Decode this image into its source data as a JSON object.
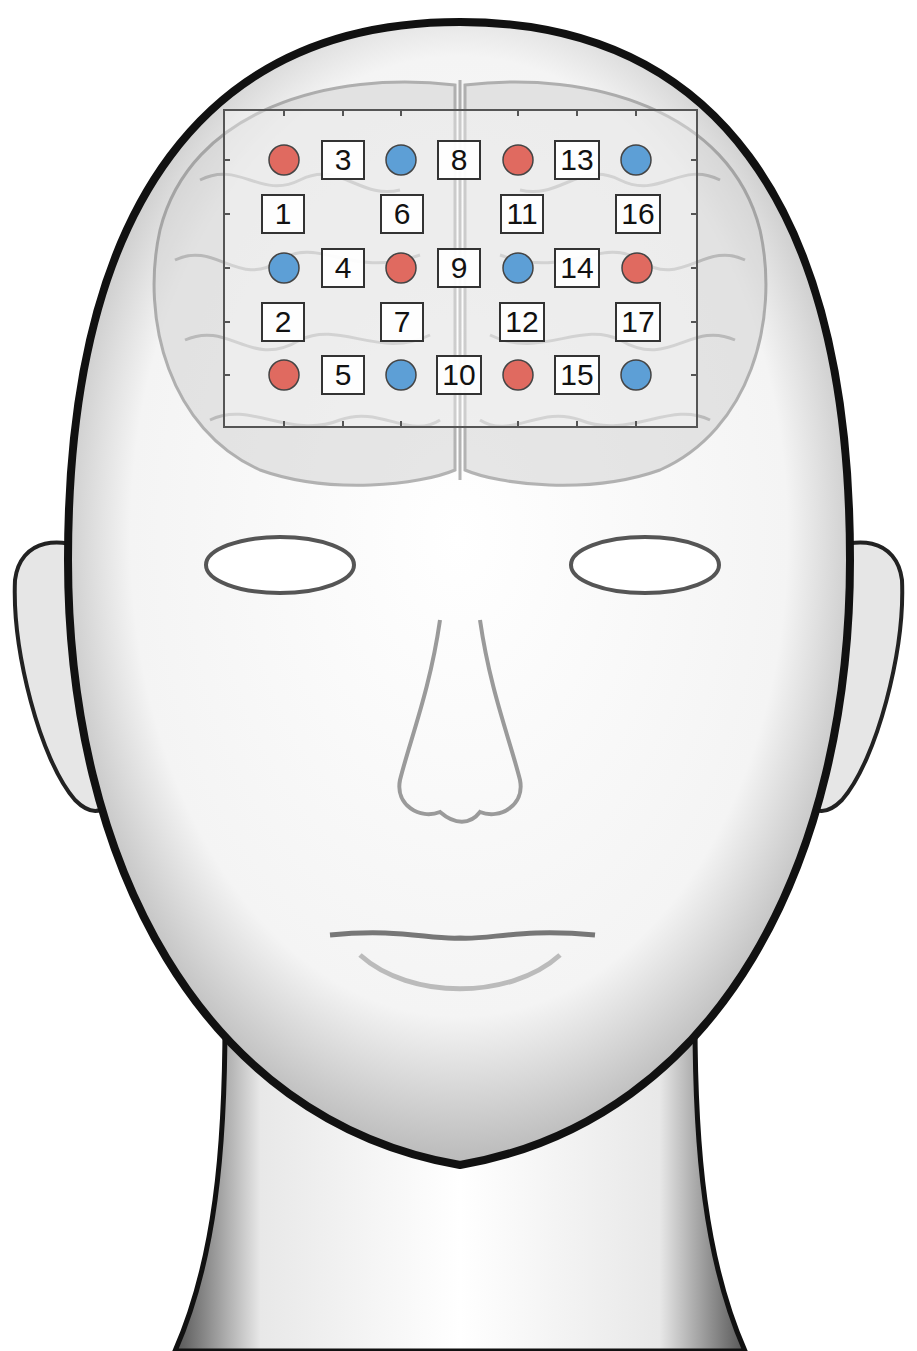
{
  "diagram": {
    "nodes": [
      {
        "text": [
          "3"
        ]
      },
      {
        "text": [
          "8"
        ]
      },
      {
        "text": [
          "13"
        ]
      },
      {
        "text": [
          "1"
        ]
      },
      {
        "text": [
          "6"
        ]
      },
      {
        "text": [
          "11"
        ]
      },
      {
        "text": [
          "16"
        ]
      },
      {
        "text": [
          "4"
        ]
      },
      {
        "text": [
          "9"
        ]
      },
      {
        "text": [
          "14"
        ]
      },
      {
        "text": [
          "2"
        ]
      },
      {
        "text": [
          "7"
        ]
      },
      {
        "text": [
          "12"
        ]
      },
      {
        "text": [
          "17"
        ]
      },
      {
        "text": [
          "5"
        ]
      },
      {
        "text": [
          "10"
        ]
      },
      {
        "text": [
          "15"
        ]
      }
    ]
  }
}
